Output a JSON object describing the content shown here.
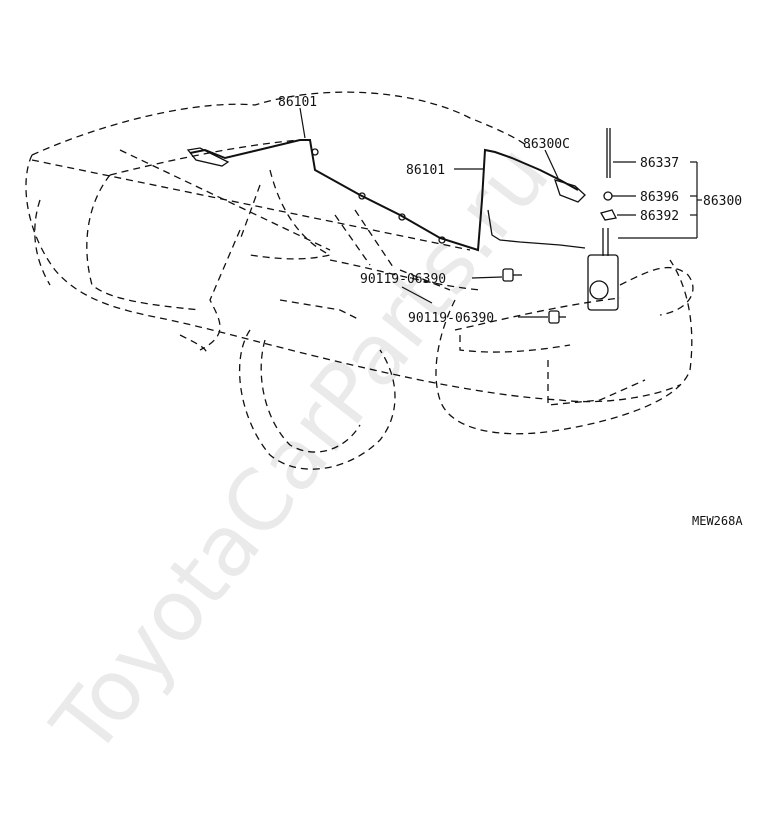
{
  "watermark": "ToyotaCarParts.ru",
  "figure_code": "MEW268A",
  "labels": {
    "cord_top": "86101",
    "cord_mid": "86101",
    "extension": "86300C",
    "mast": "86337",
    "nut": "86396",
    "bezel": "86392",
    "antenna_assy": "86300",
    "bolt_upper": "90119-06390",
    "bolt_lower": "90119-06390"
  }
}
